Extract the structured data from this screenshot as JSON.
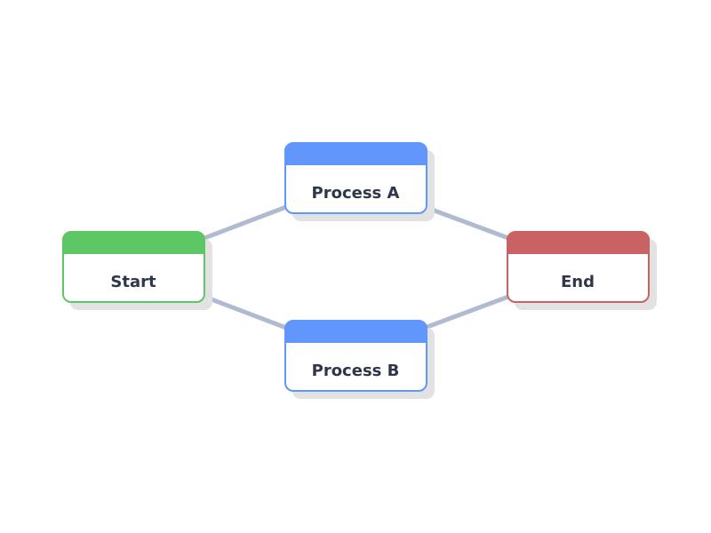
{
  "nodes": [
    {
      "id": "start",
      "label": "Start",
      "color": "#5ec765"
    },
    {
      "id": "process-a",
      "label": "Process A",
      "color": "#6196fc"
    },
    {
      "id": "process-b",
      "label": "Process B",
      "color": "#6196fc"
    },
    {
      "id": "end",
      "label": "End",
      "color": "#c96262"
    }
  ],
  "edges": [
    {
      "from": "start",
      "to": "process-a"
    },
    {
      "from": "start",
      "to": "process-b"
    },
    {
      "from": "process-a",
      "to": "end"
    },
    {
      "from": "process-b",
      "to": "end"
    }
  ],
  "colors": {
    "edge": "#b0bad0",
    "shadow": "#e2e2e2",
    "text": "#2d3748",
    "node_fill": "#ffffff"
  }
}
